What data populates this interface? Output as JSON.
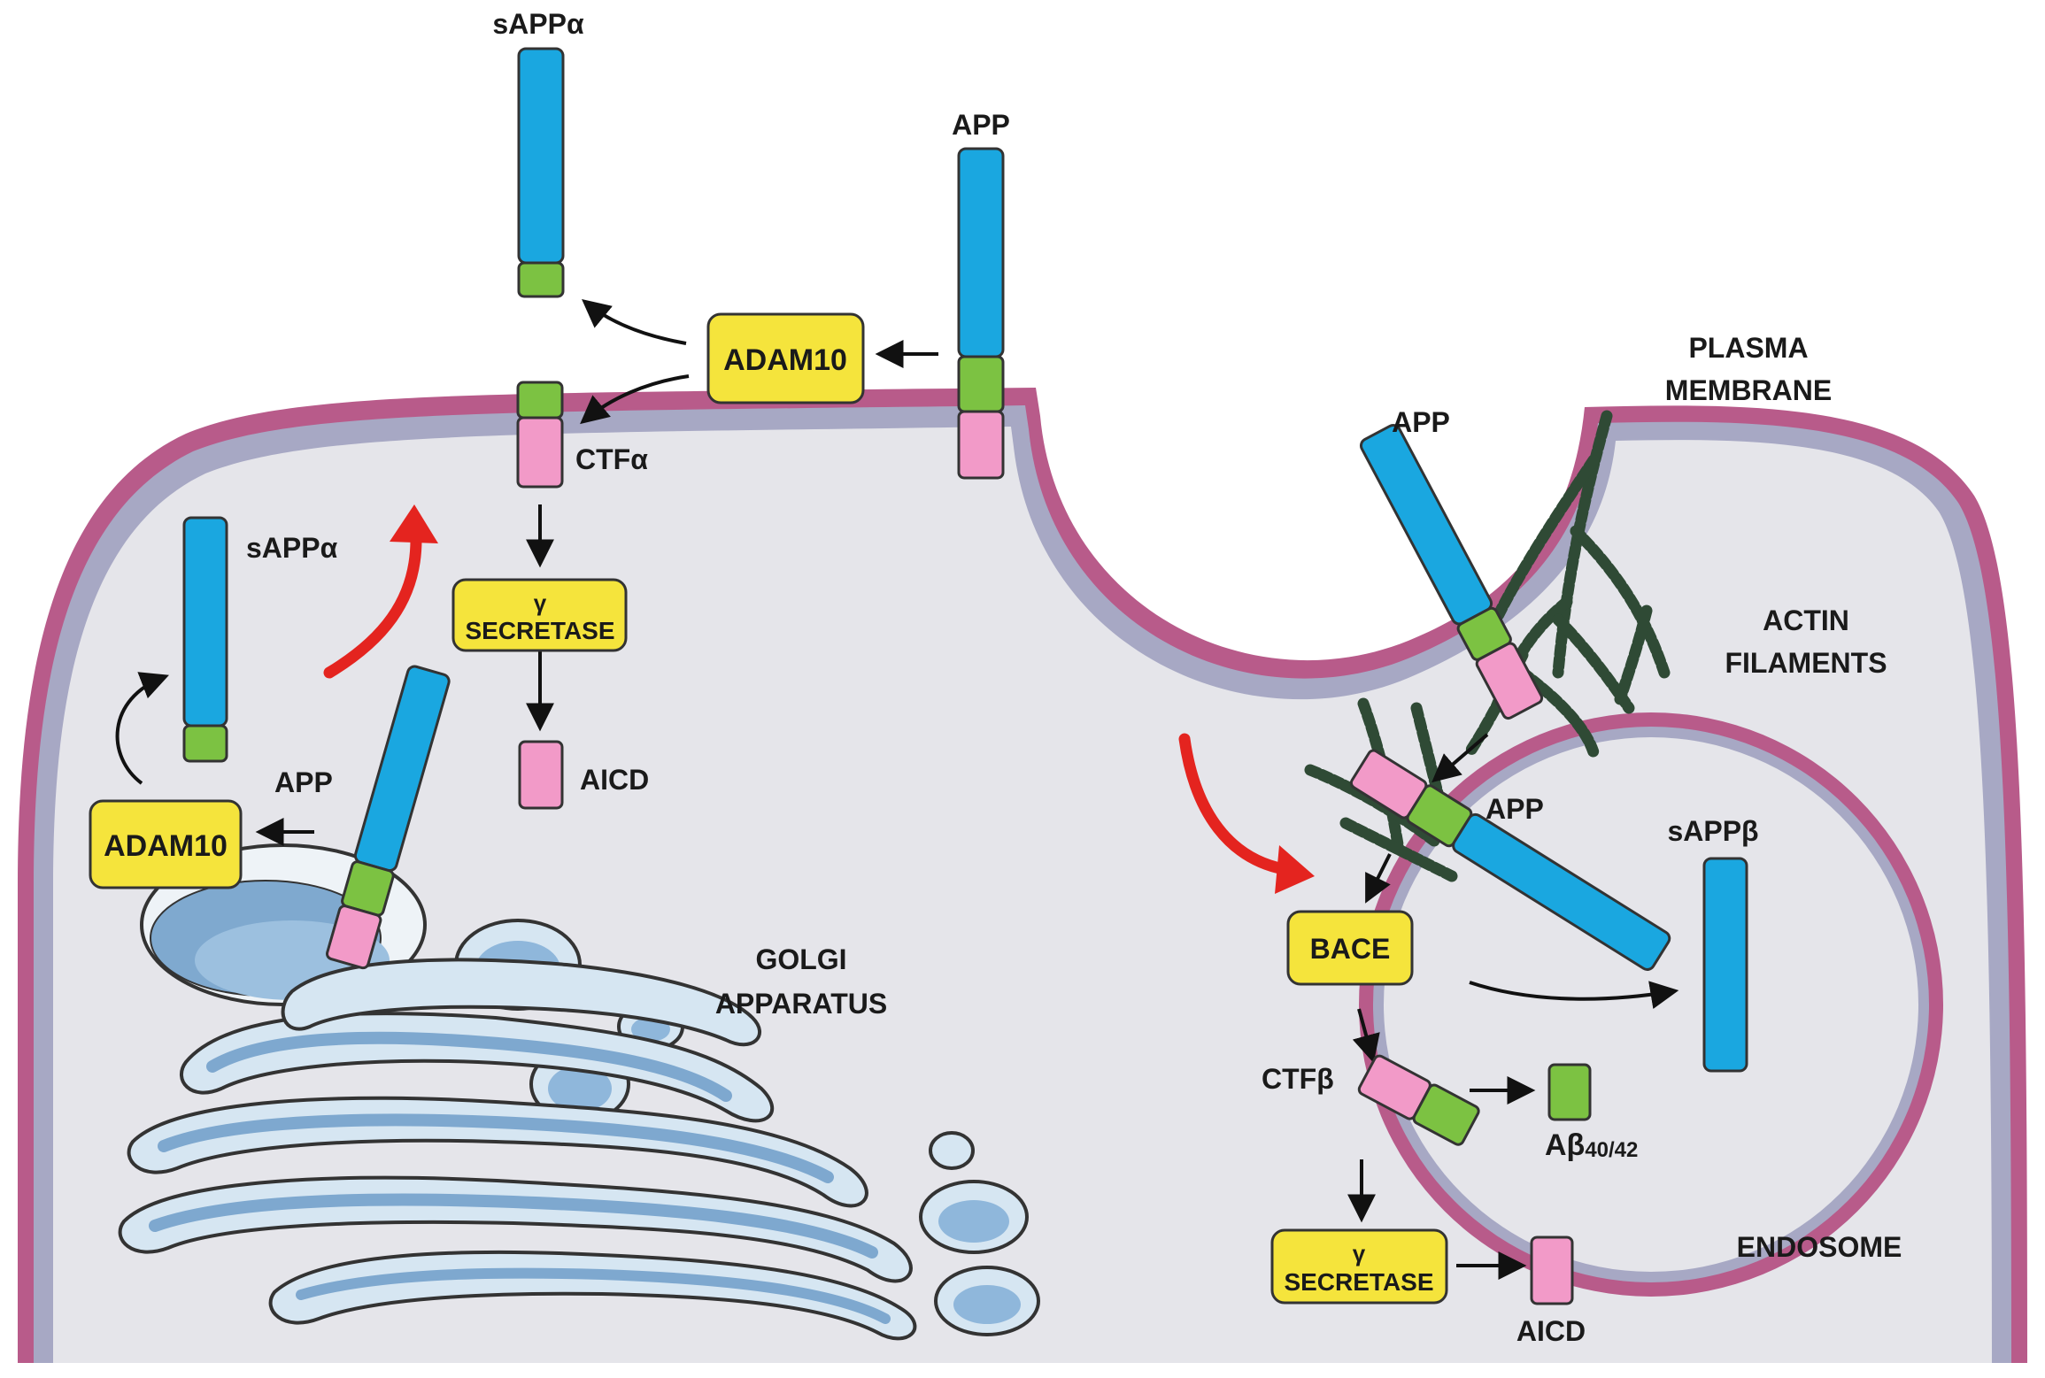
{
  "labels": {
    "sappa_top": "sAPPα",
    "app_membrane": "APP",
    "adam10_top": "ADAM10",
    "ctfa": "CTFα",
    "gamma_top_1": "γ",
    "gamma_top_2": "SECRETASE",
    "aicd_top": "AICD",
    "sappa_left": "sAPPα",
    "app_golgi": "APP",
    "adam10_left": "ADAM10",
    "golgi_1": "GOLGI",
    "golgi_2": "APPARATUS",
    "plasma_1": "PLASMA",
    "plasma_2": "MEMBRANE",
    "app_pit": "APP",
    "actin_1": "ACTIN",
    "actin_2": "FILAMENTS",
    "app_endo": "APP",
    "sappb": "sAPPβ",
    "bace": "BACE",
    "ctfb": "CTFβ",
    "abeta": "Aβ",
    "abeta_sub": "40/42",
    "gamma_bot_1": "γ",
    "gamma_bot_2": "SECRETASE",
    "aicd_bot": "AICD",
    "endosome": "ENDOSOME"
  },
  "colors": {
    "membrane_outer": "#b85b8a",
    "membrane_inner": "#a7a8c4",
    "cytoplasm": "#e5e5ea",
    "app_blue": "#1aa7e0",
    "app_green": "#7cc242",
    "app_pink": "#f29ac8",
    "enzyme_yellow": "#f5e43c",
    "golgi_light": "#d6e6f2",
    "golgi_mid": "#9ec2e0",
    "arrow_red": "#e4241f",
    "actin": "#3d5c42"
  }
}
